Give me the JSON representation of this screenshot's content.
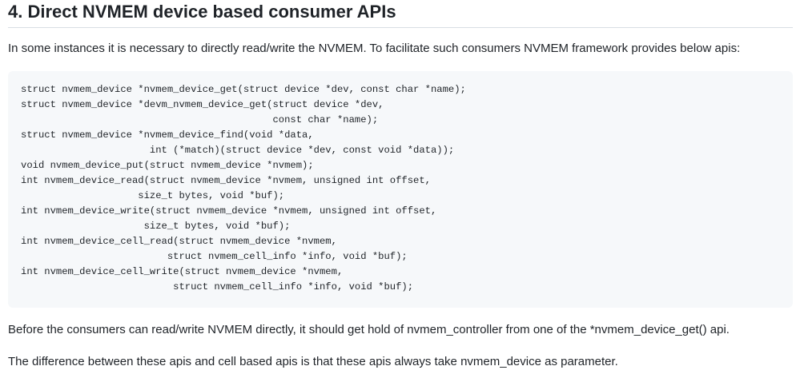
{
  "section": {
    "heading": "4. Direct NVMEM device based consumer APIs",
    "intro": "In some instances it is necessary to directly read/write the NVMEM. To facilitate such consumers NVMEM framework provides below apis:",
    "code": "struct nvmem_device *nvmem_device_get(struct device *dev, const char *name);\nstruct nvmem_device *devm_nvmem_device_get(struct device *dev,\n                                           const char *name);\nstruct nvmem_device *nvmem_device_find(void *data,\n                      int (*match)(struct device *dev, const void *data));\nvoid nvmem_device_put(struct nvmem_device *nvmem);\nint nvmem_device_read(struct nvmem_device *nvmem, unsigned int offset,\n                    size_t bytes, void *buf);\nint nvmem_device_write(struct nvmem_device *nvmem, unsigned int offset,\n                     size_t bytes, void *buf);\nint nvmem_device_cell_read(struct nvmem_device *nvmem,\n                         struct nvmem_cell_info *info, void *buf);\nint nvmem_device_cell_write(struct nvmem_device *nvmem,\n                          struct nvmem_cell_info *info, void *buf);",
    "para_before": "Before the consumers can read/write NVMEM directly, it should get hold of nvmem_controller from one of the *nvmem_device_get() api.",
    "para_difference": "The difference between these apis and cell based apis is that these apis always take nvmem_device as parameter."
  }
}
